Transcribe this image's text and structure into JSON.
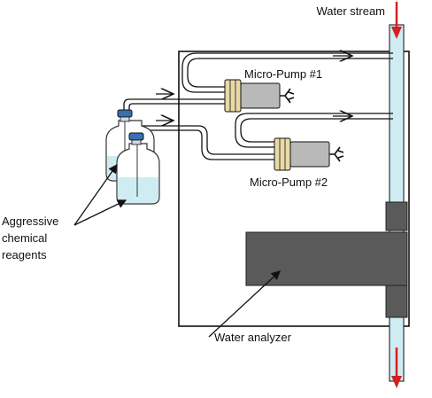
{
  "labels": {
    "water_stream": "Water stream",
    "pump1": "Micro-Pump #1",
    "pump2": "Micro-Pump #2",
    "reagents_line1": "Aggressive",
    "reagents_line2": "chemical",
    "reagents_line3": "reagents",
    "analyzer": "Water analyzer"
  },
  "colors": {
    "stream_arrow": "#d42020",
    "water": "#cfecf3",
    "pipe_outline": "#333333",
    "analyzer_fill": "#5a5a5a",
    "pump_motor": "#b9b9b9",
    "pump_head": "#e9d9a6",
    "bottle_cap": "#3a6fb0"
  }
}
